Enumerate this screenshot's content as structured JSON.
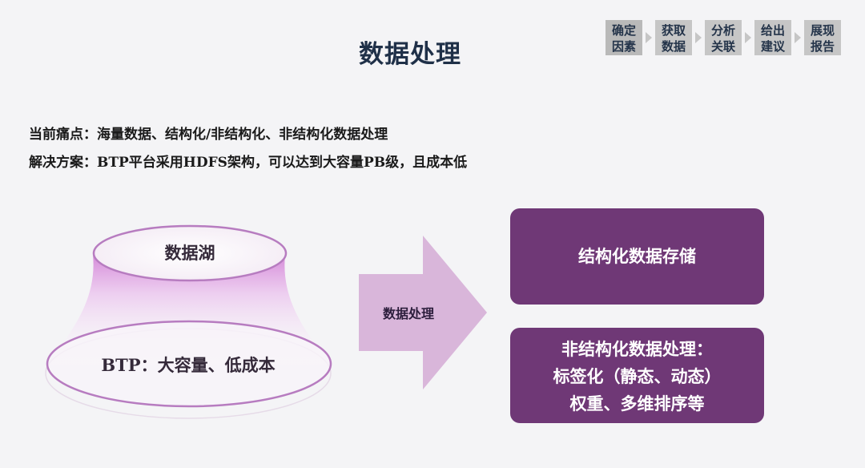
{
  "title": "数据处理",
  "steps": [
    {
      "label": "确定\n因素"
    },
    {
      "label": "获取\n数据"
    },
    {
      "label": "分析\n关联"
    },
    {
      "label": "给出\n建议"
    },
    {
      "label": "展现\n报告"
    }
  ],
  "info": {
    "pain_points": "当前痛点：海量数据、结构化/非结构化、非结构化数据处理",
    "solution": "解决方案：BTP平台采用HDFS架构，可以达到大容量PB级，且成本低"
  },
  "cone": {
    "top_label": "数据湖",
    "bottom_label": "BTP：大容量、低成本"
  },
  "arrow_label": "数据处理",
  "boxes": {
    "structured": "结构化数据存储",
    "unstructured_lines": [
      "非结构化数据处理：",
      "标签化（静态、动态）",
      "权重、多维排序等"
    ]
  },
  "colors": {
    "title": "#1f3048",
    "box_fill": "#6f3876",
    "arrow_fill": "#d9b6da",
    "step_fill": "#c6c6c6",
    "cone_rim": "#b77cc0"
  }
}
